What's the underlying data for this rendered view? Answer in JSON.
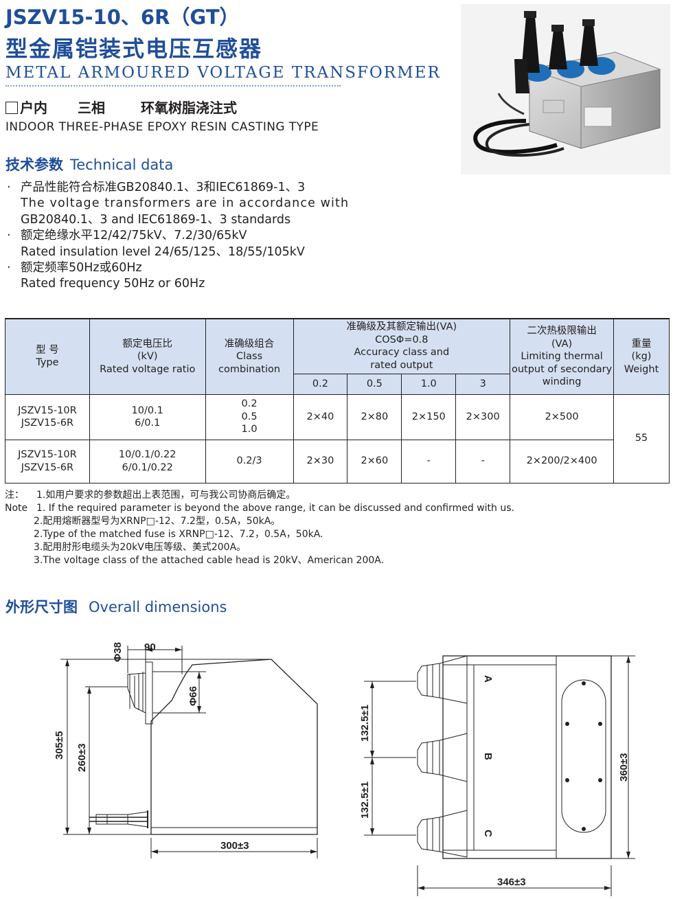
{
  "header": {
    "model": "JSZV15-10、6R（GT）",
    "title_cn": "型金属铠装式电压互感器",
    "title_en": "METAL ARMOURED VOLTAGE  TRANSFORMER",
    "type_cn_1": "户内",
    "type_cn_2": "三相",
    "type_cn_3": "环氧树脂浇注式",
    "type_en": "INDOOR THREE-PHASE EPOXY RESIN CASTING TYPE"
  },
  "tech": {
    "heading_cn": "技术参数",
    "heading_en": "Technical data",
    "bullet": "·",
    "lines": [
      "产品性能符合标准GB20840.1、3和IEC61869-1、3",
      "The voltage transformers are in accordance with",
      "GB20840.1、3 and IEC61869-1、3 standards",
      "额定绝缘水平12/42/75kV、7.2/30/65kV",
      "Rated insulation level 24/65/125、18/55/105kV",
      "额定频率50Hz或60Hz",
      "Rated frequency 50Hz or 60Hz"
    ]
  },
  "table": {
    "h_type_cn": "型 号",
    "h_type_en": "Type",
    "h_ratio_cn": "额定电压比",
    "h_ratio_unit": "(kV)",
    "h_ratio_en": "Rated voltage ratio",
    "h_class_cn": "准确级组合",
    "h_class_en_1": "Class",
    "h_class_en_2": "combination",
    "h_acc_cn": "准确级及其额定输出(VA)",
    "h_acc_cos": "COSΦ=0.8",
    "h_acc_en_1": "Accuracy class and",
    "h_acc_en_2": "rated output",
    "acc_cols": [
      "0.2",
      "0.5",
      "1.0",
      "3"
    ],
    "h_therm_cn": "二次热极限输出",
    "h_therm_unit": "(VA)",
    "h_therm_en_1": "Limiting thermal",
    "h_therm_en_2": "output of secondary",
    "h_therm_en_3": "winding",
    "h_weight_cn": "重量",
    "h_weight_unit": "(kg)",
    "h_weight_en": "Weight",
    "rows": [
      {
        "type_1": "JSZV15-10R",
        "type_2": "JSZV15-6R",
        "ratio_1": "10/0.1",
        "ratio_2": "6/0.1",
        "class_1": "0.2",
        "class_2": "0.5",
        "class_3": "1.0",
        "v02": "2×40",
        "v05": "2×80",
        "v10": "2×150",
        "v3": "2×300",
        "thermal": "2×500"
      },
      {
        "type_1": "JSZV15-10R",
        "type_2": "JSZV15-6R",
        "ratio_1": "10/0.1/0.22",
        "ratio_2": "6/0.1/0.22",
        "class_1": "0.2/3",
        "v02": "2×30",
        "v05": "2×60",
        "v10": "-",
        "v3": "-",
        "thermal": "2×200/2×400"
      }
    ],
    "weight": "55"
  },
  "notes": {
    "label_cn": "注：",
    "label_en": "Note",
    "n1_cn": "1.如用户要求的参数超出上表范围，可与我公司协商后确定。",
    "n1_en": "1. If the required parameter is beyond the above range, it can be discussed and confirmed with us.",
    "n2_cn": "2.配用熔断器型号为XRNP□-12、7.2型，0.5A，50kA。",
    "n2_en": "2.Type of the matched fuse is XRNP□-12、7.2，0.5A，50kA.",
    "n3_cn": "3.配用肘形电缆头为20kV电压等级、美式200A。",
    "n3_en": "3.The voltage class of the attached cable head is 20kV、American 200A."
  },
  "dimensions": {
    "heading_cn": "外形尺寸图",
    "heading_en": "Overall dimensions",
    "d38": "Φ38",
    "d90": "90",
    "d66": "Φ66",
    "h305": "305±5",
    "h260": "260±3",
    "w300": "300±3",
    "p1325a": "132.5±1",
    "p1325b": "132.5±1",
    "h360": "360±3",
    "w346": "346±3",
    "phase_a": "A",
    "phase_b": "B",
    "phase_c": "C"
  }
}
